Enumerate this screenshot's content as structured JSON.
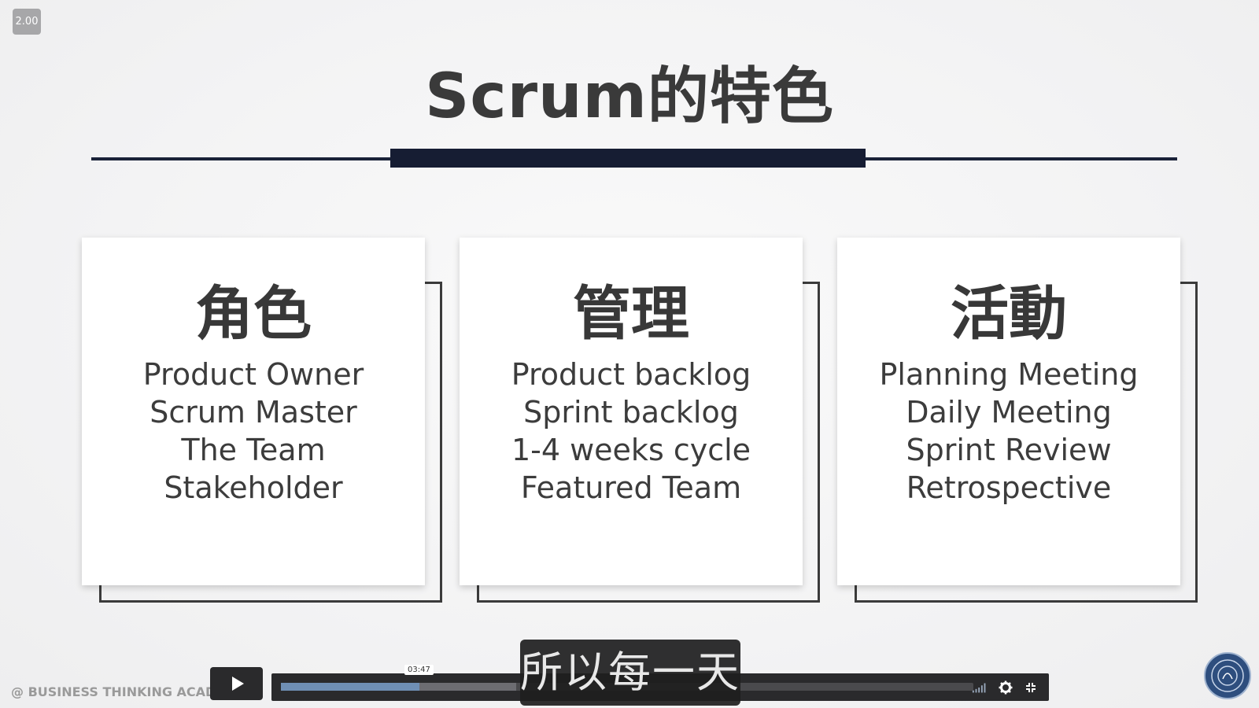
{
  "player": {
    "speed": "2.00",
    "time_tooltip": "03:47",
    "progress_fraction": 0.2,
    "buffer_fraction": 0.34,
    "watermark": "@ BUSINESS THINKING ACADEMY",
    "subtitle": "所以每一天",
    "icons": [
      "play-icon",
      "volume-icon",
      "gear-icon",
      "fullscreen-icon",
      "logo-icon"
    ]
  },
  "slide": {
    "title": "Scrum的特色",
    "cards": [
      {
        "heading": "角色",
        "items": [
          "Product Owner",
          "Scrum Master",
          "The Team",
          "Stakeholder"
        ]
      },
      {
        "heading": "管理",
        "items": [
          "Product backlog",
          "Sprint backlog",
          "1-4 weeks cycle",
          "Featured Team"
        ]
      },
      {
        "heading": "活動",
        "items": [
          "Planning Meeting",
          "Daily Meeting",
          "Sprint Review",
          "Retrospective"
        ]
      }
    ]
  },
  "colors": {
    "accent_navy": "#161d33",
    "progress_fill": "#6f8fb5"
  }
}
